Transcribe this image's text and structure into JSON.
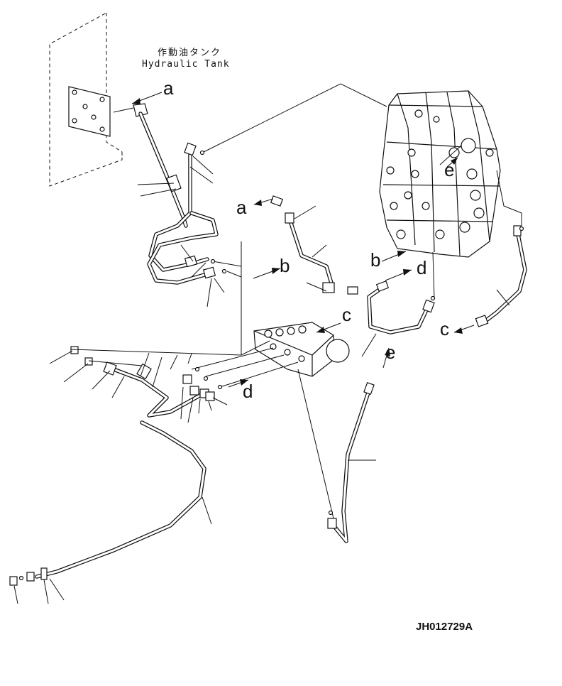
{
  "tank": {
    "label_jp": "作動油タンク",
    "label_en": "Hydraulic Tank"
  },
  "callouts": {
    "a": "a",
    "b": "b",
    "c": "c",
    "d": "d",
    "e": "e"
  },
  "drawing_code": "JH012729A"
}
